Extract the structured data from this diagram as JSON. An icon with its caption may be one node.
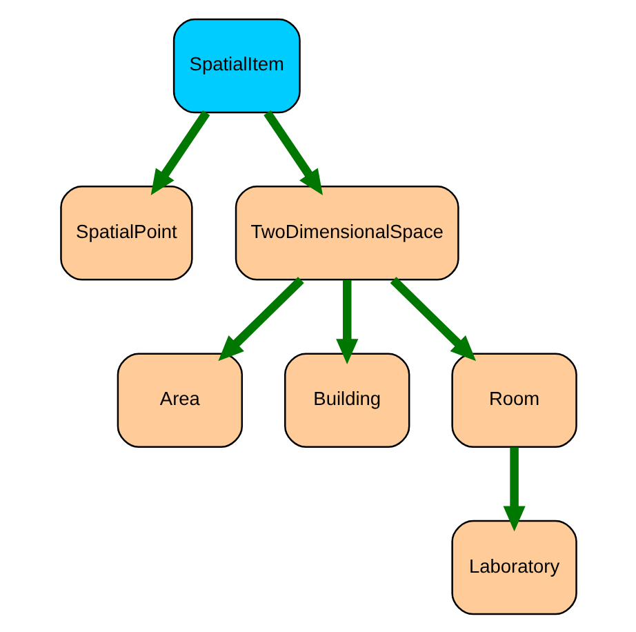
{
  "diagram": {
    "nodes": [
      {
        "text": [
          "SpatialItem"
        ]
      },
      {
        "text": [
          "SpatialPoint"
        ]
      },
      {
        "text": [
          "TwoDimensionalSpace"
        ]
      },
      {
        "text": [
          "Area"
        ]
      },
      {
        "text": [
          "Building"
        ]
      },
      {
        "text": [
          "Room"
        ]
      },
      {
        "text": [
          "Laboratory"
        ]
      }
    ],
    "edges": [
      {
        "from": 0,
        "to": 1,
        "arrow": "to"
      },
      {
        "from": 0,
        "to": 2,
        "arrow": "to"
      },
      {
        "from": 2,
        "to": 3,
        "arrow": "to"
      },
      {
        "from": 2,
        "to": 4,
        "arrow": "to"
      },
      {
        "from": 2,
        "to": 5,
        "arrow": "to"
      },
      {
        "from": 5,
        "to": 6,
        "arrow": "to"
      }
    ]
  }
}
